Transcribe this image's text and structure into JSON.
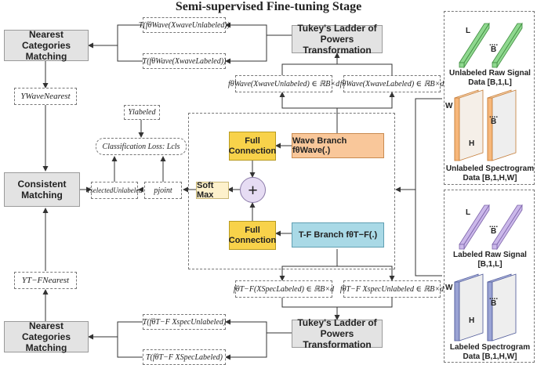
{
  "title": "Semi-supervised Fine-tuning Stage",
  "boxes": {
    "nearest_top": "Nearest Categories Matching",
    "nearest_bottom": "Nearest Categories Matching",
    "consistent": "Consistent Matching",
    "tukey_top": "Tukey's Ladder of Powers Transformation",
    "tukey_bottom": "Tukey's Ladder of Powers Transformation",
    "full_conn_top": "Full Connection",
    "full_conn_bottom": "Full Connection",
    "wave_branch": "Wave Branch  fθWave(.)",
    "tf_branch": "T-F Branch  fθT−F(.)",
    "softmax": "Soft Max",
    "plus": "+"
  },
  "labels": {
    "t_wave_unlabeled": "T(fθWave(XwaveUnlabeled))",
    "t_wave_labeled": "T(fθWave(XwaveLabeled))",
    "y_wave_nearest": "YWaveNearest",
    "f_wave_unlabeled": "fθWave(XwaveUnlabeled) ∈ ℝB×d",
    "f_wave_labeled": "fθWave(XwaveLabeled) ∈ ℝB×d",
    "y_labeled": "Ylabeled",
    "cls_loss": "Classification Loss: Lcls",
    "y_selected": "YselectedUnlabeled",
    "p_joint": "pjoint",
    "y_tf_nearest": "YT−FNearest",
    "f_tf_labeled": "fθT−F(XSpecLabeled) ∈ ℝB×d",
    "f_tf_unlabeled": "fθT−F XspecUnlabeled ∈ ℝB×d",
    "t_tf_unlabeled": "T(fθT−F XspecUnlabeled)",
    "t_tf_labeled": "T(fθT−F XSpecLabeled)"
  },
  "data_panel": {
    "unlabeled_raw": "Unlabeled Raw Signal Data [B,1,L]",
    "unlabeled_spec": "Unlabeled Spectrogram Data [B,1,H,W]",
    "labeled_raw": "Labeled Raw Signal [B,1,L]",
    "labeled_spec": "Labeled Spectrogram Data [B,1,H,W]",
    "L": "L",
    "B": "B",
    "W": "W",
    "H": "H",
    "dots": "....",
    "colors": {
      "green": "#8fd88f",
      "orange": "#f7b77a",
      "purple": "#cbb8ea",
      "navy": "#9aa3d4"
    }
  }
}
